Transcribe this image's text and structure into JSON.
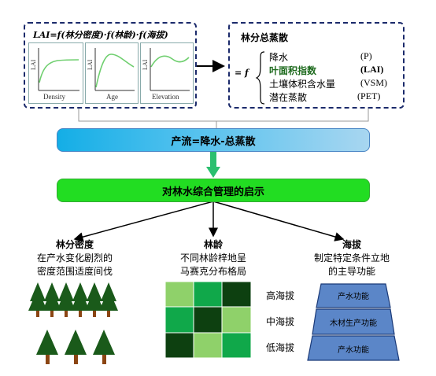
{
  "left_box": {
    "formula": "LAI=f(林分密度)·f(林龄)·f(海拔)",
    "plots": [
      {
        "ylabel": "LAI",
        "xlabel": "Density"
      },
      {
        "ylabel": "LAI",
        "xlabel": "Age"
      },
      {
        "ylabel": "LAI",
        "xlabel": "Elevation"
      }
    ]
  },
  "right_box": {
    "title": "林分总蒸散",
    "eq_prefix": "= f",
    "items": [
      {
        "label": "降水",
        "abbr": "(P)"
      },
      {
        "label": "叶面积指数",
        "abbr": "(LAI)"
      },
      {
        "label": "土壤体积含水量",
        "abbr": "(VSM)"
      },
      {
        "label": "潜在蒸散",
        "abbr": "(PET)"
      }
    ]
  },
  "runoff_bar": "产流=降水-总蒸散",
  "management_bar": "对林水综合管理的启示",
  "branches": [
    {
      "title": "林分密度",
      "desc_line1": "在产水变化剧烈的",
      "desc_line2": "密度范围适度间伐"
    },
    {
      "title": "林龄",
      "desc_line1": "不同林龄梓地呈",
      "desc_line2": "马赛克分布格局"
    },
    {
      "title": "海拔",
      "desc_line1": "制定特定条件立地",
      "desc_line2": "的主导功能"
    }
  ],
  "elevation_levels": [
    {
      "label": "高海拔",
      "function": "产水功能"
    },
    {
      "label": "中海拔",
      "function": "木材生产功能"
    },
    {
      "label": "低海拔",
      "function": "产水功能"
    }
  ],
  "colors": {
    "dashed_border": "#1b2a6b",
    "runoff_bar_fill": "#1fb6e8",
    "management_bar_fill": "#22dd22",
    "tree_foliage": "#1a5a1a",
    "tree_trunk": "#8b4513",
    "trapezoid_fill": "#5b86c8",
    "mosaic_dark": "#0d4010",
    "mosaic_mid": "#10a84a",
    "mosaic_light": "#8fd16a"
  }
}
